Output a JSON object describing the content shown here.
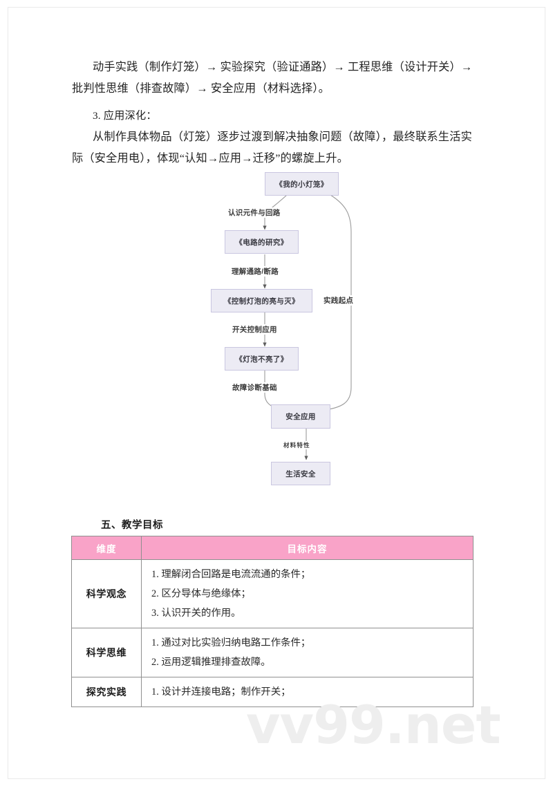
{
  "document": {
    "paragraphs": {
      "flow_sequence": "动手实践（制作灯笼）→ 实验探究（验证通路）→ 工程思维（设计开关）→ 批判性思维（排查故障）→ 安全应用（材料选择）。",
      "heading_3": "3. 应用深化：",
      "body_3": "从制作具体物品（灯笼）逐步过渡到解决抽象问题（故障），最终联系生活实际（安全用电），体现“认知→应用→迁移”的螺旋上升。"
    },
    "section_heading": "五、教学目标",
    "watermark": "vv99.net"
  },
  "flowchart": {
    "nodes": [
      {
        "id": "n1",
        "label": "《我的小灯笼》"
      },
      {
        "id": "n2",
        "label": "《电路的研究》"
      },
      {
        "id": "n3",
        "label": "《控制灯泡的亮与灭》"
      },
      {
        "id": "n4",
        "label": "《灯泡不亮了》"
      },
      {
        "id": "n5",
        "label": "安全应用"
      },
      {
        "id": "n6",
        "label": "生活安全"
      }
    ],
    "edge_labels": [
      {
        "id": "e1",
        "label": "认识元件与回路"
      },
      {
        "id": "e2",
        "label": "理解通路/断路"
      },
      {
        "id": "e3",
        "label": "开关控制应用"
      },
      {
        "id": "e4",
        "label": "故障诊断基础"
      },
      {
        "id": "e5",
        "label": "实践起点"
      },
      {
        "id": "e6",
        "label": "材料特性"
      }
    ],
    "colors": {
      "node_fill": "#ecebf4",
      "node_border": "#c9c6e0",
      "connector": "#9a9a9a"
    }
  },
  "goals_table": {
    "columns": [
      "维度",
      "目标内容"
    ],
    "rows": [
      {
        "dimension": "科学观念",
        "items": [
          "1. 理解闭合回路是电流流通的条件；",
          "2. 区分导体与绝缘体；",
          "3. 认识开关的作用。"
        ]
      },
      {
        "dimension": "科学思维",
        "items": [
          "1. 通过对比实验归纳电路工作条件；",
          "2. 运用逻辑推理排查故障。"
        ]
      },
      {
        "dimension": "探究实践",
        "items": [
          "1. 设计并连接电路；制作开关；"
        ]
      }
    ],
    "header_color": "#f9a3c8"
  }
}
